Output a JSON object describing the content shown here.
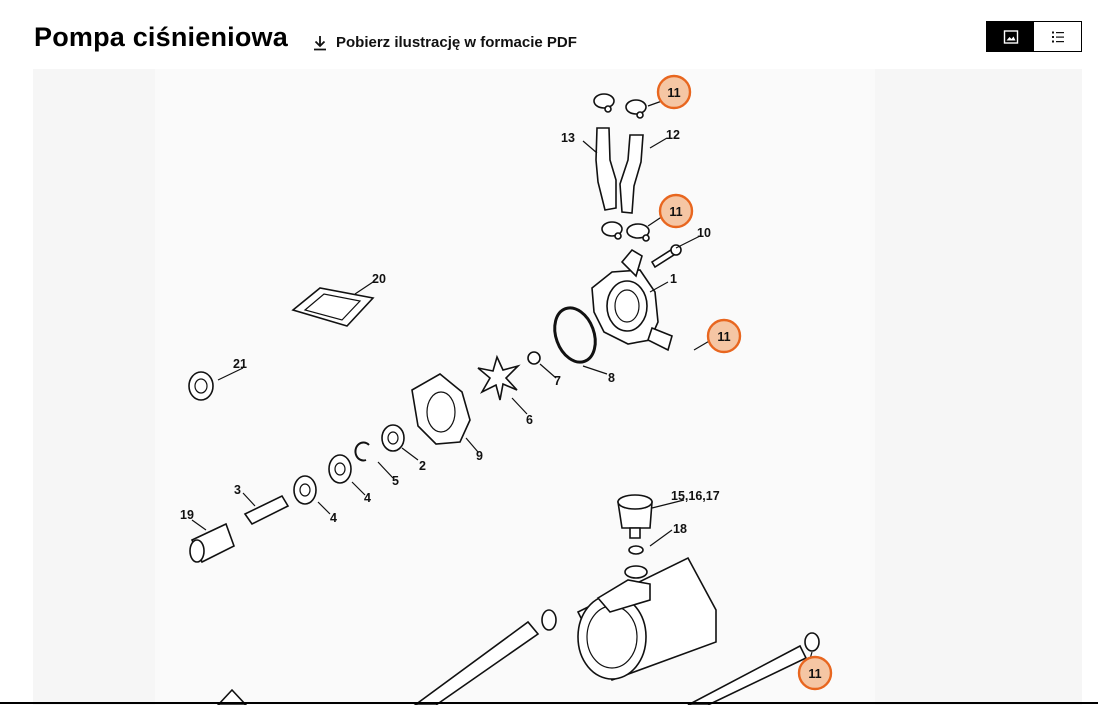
{
  "header": {
    "title": "Pompa ciśnieniowa",
    "pdf_label": "Pobierz ilustrację w formacie PDF"
  },
  "view_toggle": {
    "active": "image",
    "options": [
      "image-view-icon",
      "list-view-icon"
    ]
  },
  "colors": {
    "hotspot_fill": "#f5c6a4",
    "hotspot_stroke": "#e8661f",
    "canvas_bg": "#f6f6f6"
  },
  "parts": {
    "p1": "1",
    "p2": "2",
    "p3": "3",
    "p4a": "4",
    "p4b": "4",
    "p5": "5",
    "p6": "6",
    "p7": "7",
    "p8": "8",
    "p9": "9",
    "p10": "10",
    "p12": "12",
    "p13": "13",
    "p15": "15,16,17",
    "p18": "18",
    "p19": "19",
    "p20": "20",
    "p21": "21"
  },
  "hotspots": {
    "h1": "11",
    "h2": "11",
    "h3": "11",
    "h4": "11"
  }
}
